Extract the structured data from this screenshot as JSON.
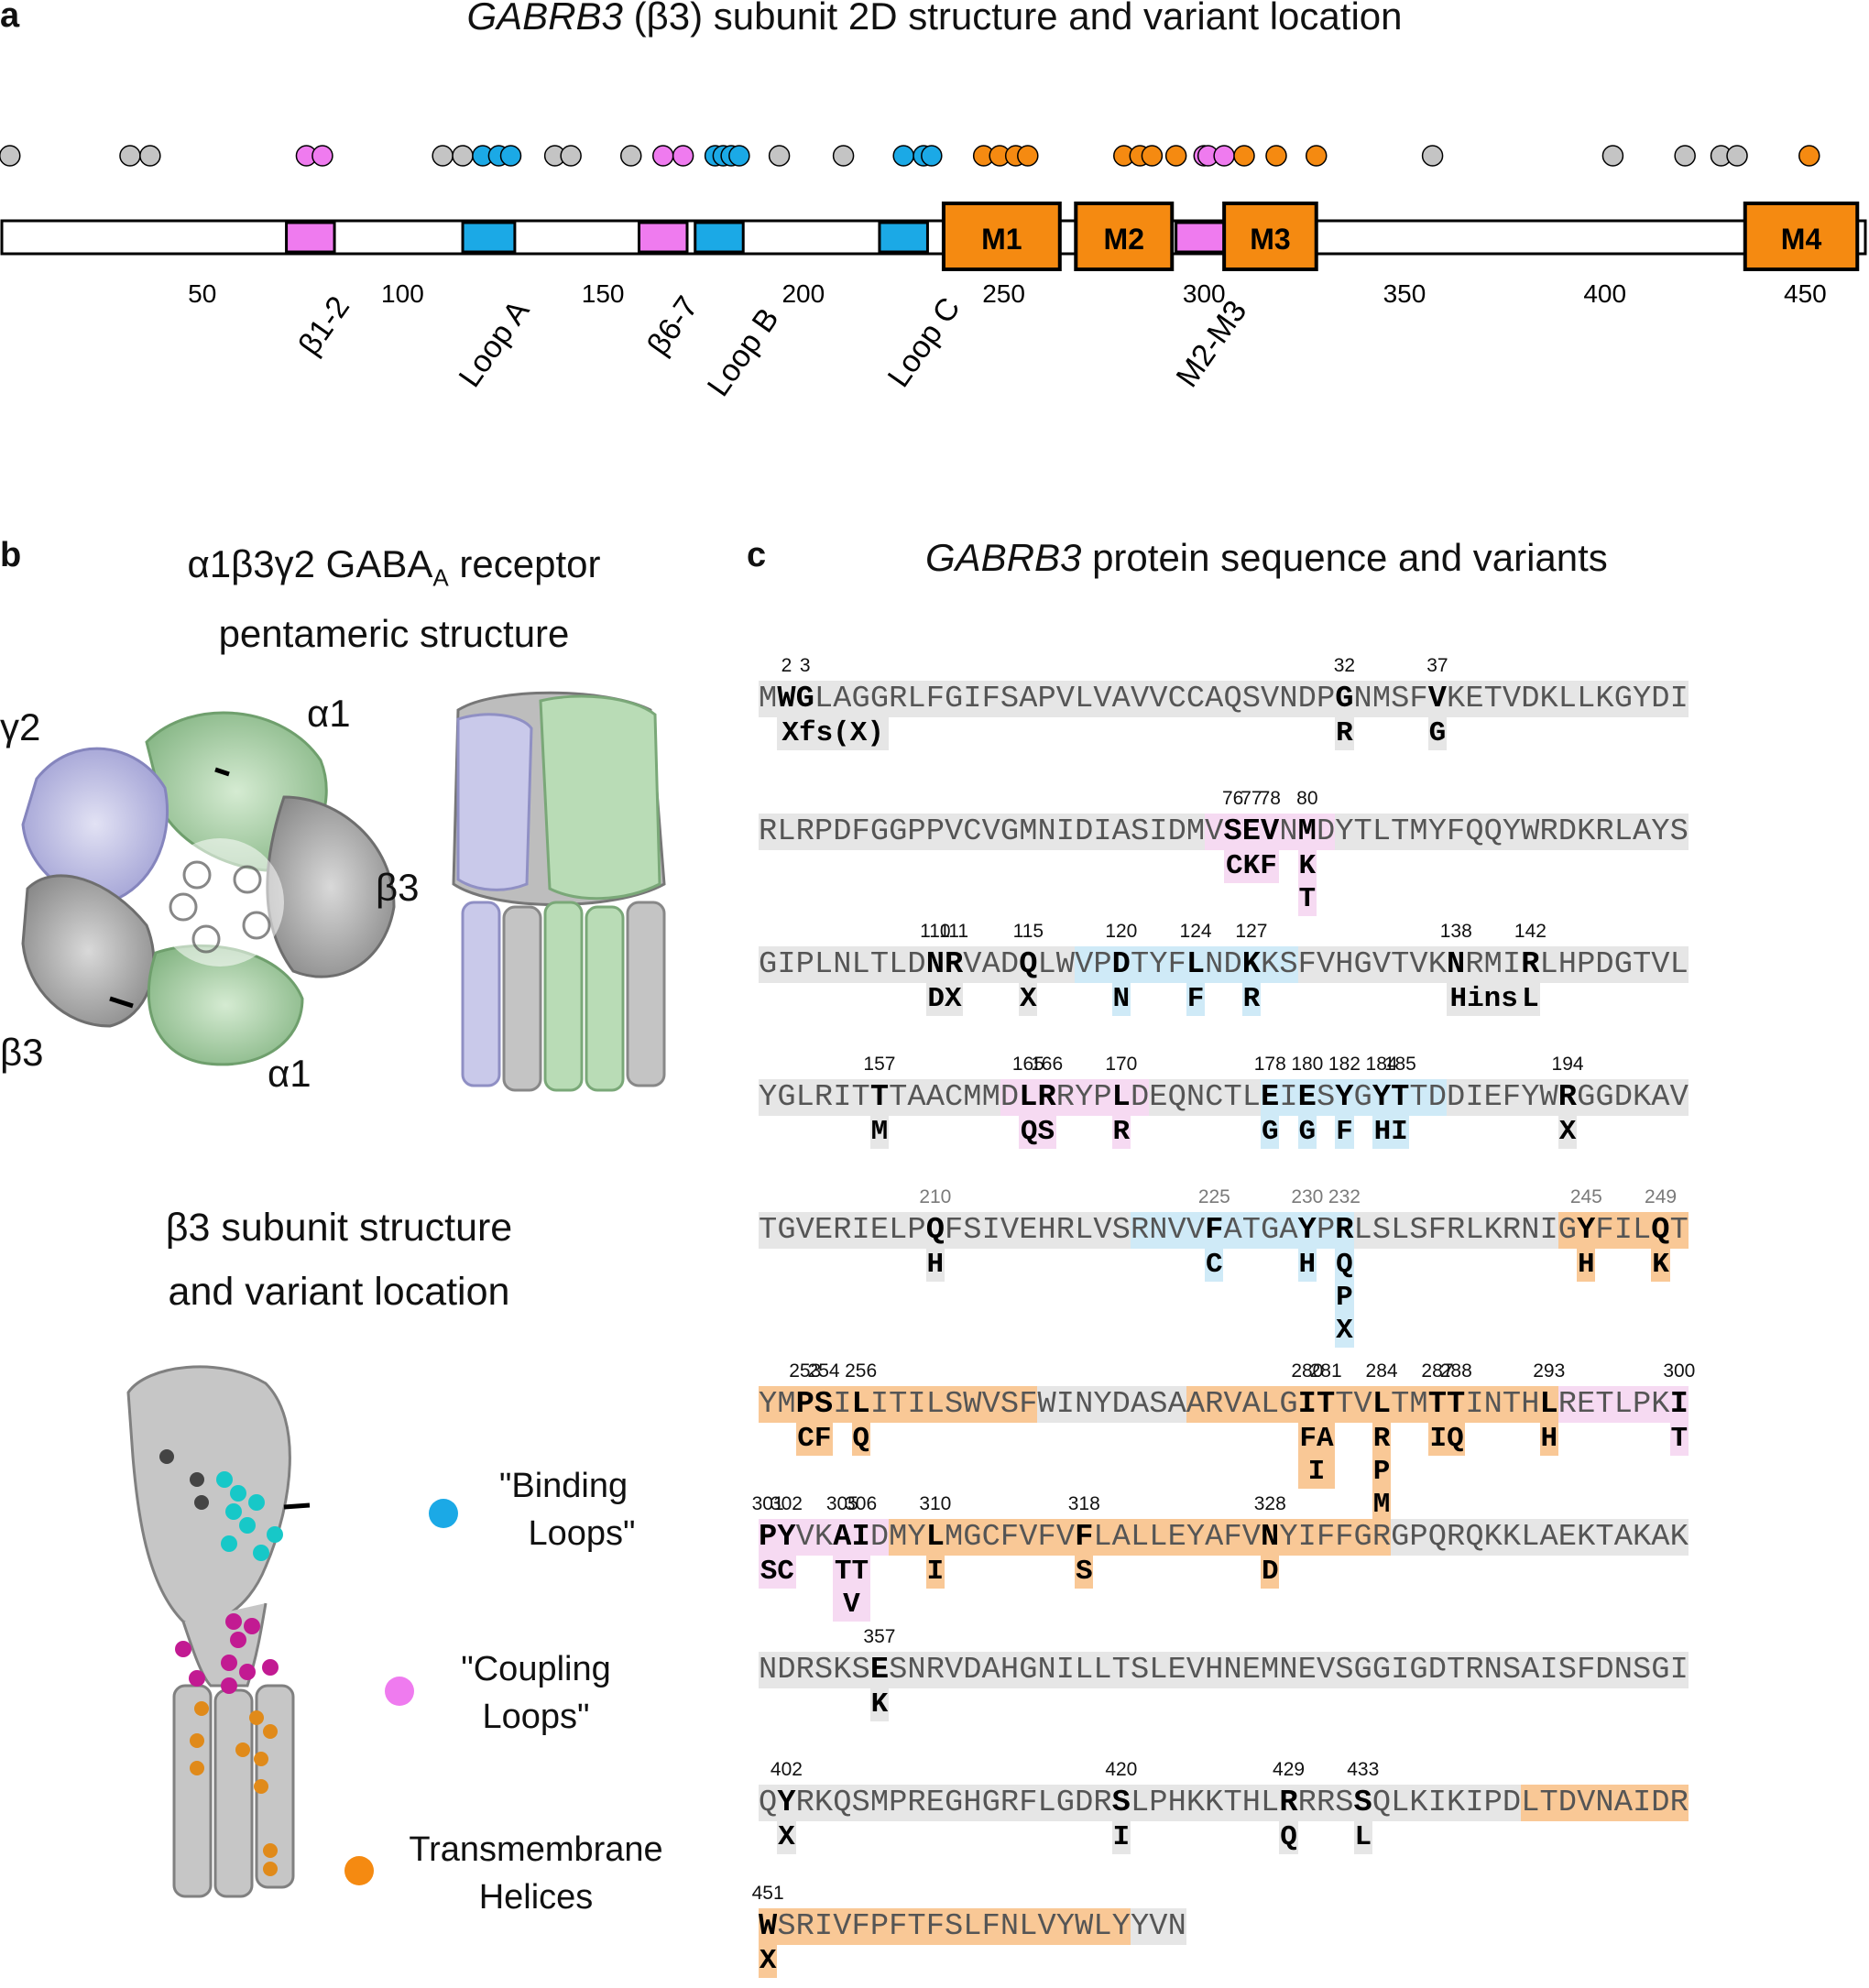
{
  "panel_a": {
    "letter": "a",
    "title_gene": "GABRB3",
    "title_rest": " (β3) subunit 2D structure and variant location",
    "axis_ticks": [
      "50",
      "100",
      "150",
      "200",
      "250",
      "300",
      "350",
      "400",
      "450"
    ],
    "region_labels": [
      "β1-2",
      "Loop A",
      "β6-7",
      "Loop B",
      "Loop C",
      "M2-M3"
    ],
    "helices": [
      "M1",
      "M2",
      "M3",
      "M4"
    ],
    "colors": {
      "binding": "#1ba9e6",
      "coupling": "#ef7bef",
      "tm": "#f58a11",
      "other": "#c4c4c4"
    }
  },
  "panel_b": {
    "letter": "b",
    "title_line1": "α1β3γ2 GABA",
    "title_sub": "A",
    "title_line1_end": " receptor",
    "title_line2": "pentameric structure",
    "subunit_labels": [
      "γ2",
      "α1",
      "β3",
      "β3",
      "α1"
    ],
    "subtitle_line1": "β3 subunit structure",
    "subtitle_line2": "and variant location",
    "legend": [
      {
        "label_line1": "\"Binding",
        "label_line2": "Loops\"",
        "color": "#1ba9e6"
      },
      {
        "label_line1": "\"Coupling",
        "label_line2": "Loops\"",
        "color": "#ef7bef"
      },
      {
        "label_line1": "Transmembrane",
        "label_line2": "Helices",
        "color": "#f58a11"
      }
    ]
  },
  "panel_c": {
    "letter": "c",
    "title_gene": "GABRB3",
    "title_rest": " protein sequence and variants",
    "rows": [
      {
        "seq": "MWGLAGGRLFGIFSAPVLVAVVCCAQSVNDPGNMSFVKETVDKLLKGYDI",
        "start": 1,
        "regions": "gggggggggggggggggggggggggggggggggggggggggggggggggg",
        "numbers": [
          {
            "pos": 2,
            "label": "2"
          },
          {
            "pos": 3,
            "label": "3"
          },
          {
            "pos": 32,
            "label": "32"
          },
          {
            "pos": 37,
            "label": "37"
          }
        ],
        "subs": [
          {
            "pos": 2,
            "text": "Xfs(X)",
            "span": 6,
            "color": "g"
          },
          {
            "pos": 32,
            "text": "R",
            "color": "g"
          },
          {
            "pos": 37,
            "text": "G",
            "color": "g"
          }
        ]
      },
      {
        "seq": "RLRPDFGGPPVCVGMNIDIASIDMVSEVNMDYTLTMYFQQYWRDKRLAYS",
        "start": 51,
        "regions": "ggggggggggggggggggggggggpppppppgggggggggggggggggggg",
        "numbers": [
          {
            "pos": 76,
            "label": "76"
          },
          {
            "pos": 77,
            "label": "77"
          },
          {
            "pos": 78,
            "label": "78"
          },
          {
            "pos": 80,
            "label": "80"
          }
        ],
        "subs": [
          {
            "pos": 76,
            "text": "CKF",
            "span": 3,
            "color": "p"
          },
          {
            "pos": 80,
            "text": "K\nT",
            "color": "p"
          }
        ]
      },
      {
        "seq": "GIPLNLTLDNRVADQLWVPDTYFLNDKKSFVHGVTVKNRMIRLHPDGTVL",
        "start": 101,
        "regions": "gggggggggggggggggbbbbbbbbbbbbggggggggggggggggggggg",
        "numbers": [
          {
            "pos": 110,
            "label": "110"
          },
          {
            "pos": 111,
            "label": "111"
          },
          {
            "pos": 115,
            "label": "115"
          },
          {
            "pos": 120,
            "label": "120"
          },
          {
            "pos": 124,
            "label": "124"
          },
          {
            "pos": 127,
            "label": "127"
          },
          {
            "pos": 138,
            "label": "138"
          },
          {
            "pos": 142,
            "label": "142"
          }
        ],
        "subs": [
          {
            "pos": 110,
            "text": "DX",
            "span": 2,
            "color": "g"
          },
          {
            "pos": 115,
            "text": "X",
            "color": "g"
          },
          {
            "pos": 120,
            "text": "N",
            "color": "b"
          },
          {
            "pos": 124,
            "text": "F",
            "color": "b"
          },
          {
            "pos": 127,
            "text": "R",
            "color": "b"
          },
          {
            "pos": 138,
            "text": "Hins",
            "span": 4,
            "color": "g"
          },
          {
            "pos": 142,
            "text": "L",
            "color": "g"
          }
        ]
      },
      {
        "seq": "YGLRITTTAACMMDLRRYPLDEQNCTLEIESYGYTTDDIEFYWRGGDKAV",
        "start": 151,
        "regions": "gggggggggggggppppppppggggggbbbbbbbbbbggggggggggggg",
        "numbers": [
          {
            "pos": 157,
            "label": "157"
          },
          {
            "pos": 165,
            "label": "165"
          },
          {
            "pos": 166,
            "label": "166"
          },
          {
            "pos": 170,
            "label": "170"
          },
          {
            "pos": 178,
            "label": "178"
          },
          {
            "pos": 180,
            "label": "180"
          },
          {
            "pos": 182,
            "label": "182"
          },
          {
            "pos": 184,
            "label": "184"
          },
          {
            "pos": 185,
            "label": "185"
          },
          {
            "pos": 194,
            "label": "194"
          }
        ],
        "subs": [
          {
            "pos": 157,
            "text": "M",
            "color": "g"
          },
          {
            "pos": 165,
            "text": "QS",
            "span": 2,
            "color": "p"
          },
          {
            "pos": 170,
            "text": "R",
            "color": "p"
          },
          {
            "pos": 178,
            "text": "G",
            "color": "b"
          },
          {
            "pos": 180,
            "text": "G",
            "color": "b"
          },
          {
            "pos": 182,
            "text": "F",
            "color": "b"
          },
          {
            "pos": 184,
            "text": "HI",
            "span": 2,
            "color": "b"
          },
          {
            "pos": 194,
            "text": "X",
            "color": "g"
          }
        ]
      },
      {
        "seq": "TGVERIELPQFSIVEHRLVSRNVVFATGAYPRLSLSFRLKRNIGYFILQT",
        "start": 201,
        "regions": "ggggggggggggggggggggbbbbbbbbbbbbgggggggggggoooooooo",
        "numbers": [
          {
            "pos": 210,
            "label": "210",
            "gray": true
          },
          {
            "pos": 225,
            "label": "225",
            "gray": true
          },
          {
            "pos": 230,
            "label": "230",
            "gray": true
          },
          {
            "pos": 232,
            "label": "232",
            "gray": true
          },
          {
            "pos": 245,
            "label": "245",
            "gray": true
          },
          {
            "pos": 249,
            "label": "249",
            "gray": true
          }
        ],
        "subs": [
          {
            "pos": 210,
            "text": "H",
            "color": "g"
          },
          {
            "pos": 225,
            "text": "C",
            "color": "b"
          },
          {
            "pos": 230,
            "text": "H",
            "color": "b"
          },
          {
            "pos": 232,
            "text": "Q\nP\nX",
            "color": "b"
          },
          {
            "pos": 245,
            "text": "H",
            "color": "o"
          },
          {
            "pos": 249,
            "text": "K",
            "color": "o"
          }
        ]
      },
      {
        "seq": "YMPSILITILSWVSFWINYDASAARVALGITTVLTMTTINTHLRETLPKI",
        "start": 251,
        "regions": "oooooooooooooooggggggggooooooooooooooooooooppppppp",
        "numbers": [
          {
            "pos": 253,
            "label": "253"
          },
          {
            "pos": 254,
            "label": "254"
          },
          {
            "pos": 256,
            "label": "256"
          },
          {
            "pos": 280,
            "label": "280"
          },
          {
            "pos": 281,
            "label": "281"
          },
          {
            "pos": 284,
            "label": "284"
          },
          {
            "pos": 287,
            "label": "287"
          },
          {
            "pos": 288,
            "label": "288"
          },
          {
            "pos": 293,
            "label": "293"
          },
          {
            "pos": 300,
            "label": "300"
          }
        ],
        "subs": [
          {
            "pos": 253,
            "text": "CF",
            "span": 2,
            "color": "o"
          },
          {
            "pos": 256,
            "text": "Q",
            "color": "o"
          },
          {
            "pos": 280,
            "text": "FA\nI",
            "span": 2,
            "color": "o"
          },
          {
            "pos": 284,
            "text": "R\nP\nM",
            "color": "o"
          },
          {
            "pos": 287,
            "text": "IQ",
            "span": 2,
            "color": "o"
          },
          {
            "pos": 293,
            "text": "H",
            "color": "o"
          },
          {
            "pos": 300,
            "text": "T",
            "color": "p"
          }
        ]
      },
      {
        "seq": "PYVKAIDMYLMGCFVFVFLALLEYAFVNYIFFGRGPQRQKKLAEKTAKAK",
        "start": 301,
        "regions": "pppppppoooooooooooooooooooooooooooggggggggggggggggg",
        "numbers": [
          {
            "pos": 301,
            "label": "301"
          },
          {
            "pos": 302,
            "label": "302"
          },
          {
            "pos": 305,
            "label": "305"
          },
          {
            "pos": 306,
            "label": "306"
          },
          {
            "pos": 310,
            "label": "310"
          },
          {
            "pos": 318,
            "label": "318"
          },
          {
            "pos": 328,
            "label": "328"
          }
        ],
        "subs": [
          {
            "pos": 301,
            "text": "SC",
            "span": 2,
            "color": "p"
          },
          {
            "pos": 305,
            "text": "TT\nV",
            "span": 2,
            "color": "p"
          },
          {
            "pos": 310,
            "text": "I",
            "color": "o"
          },
          {
            "pos": 318,
            "text": "S",
            "color": "o"
          },
          {
            "pos": 328,
            "text": "D",
            "color": "o"
          }
        ]
      },
      {
        "seq": "NDRSKSESNRVDAHGNILLTSLEVHNEMNEVSGGIGDTRNSAISFDNSGI",
        "start": 351,
        "regions": "gggggggggggggggggggggggggggggggggggggggggggggggggg",
        "numbers": [
          {
            "pos": 357,
            "label": "357"
          }
        ],
        "subs": [
          {
            "pos": 357,
            "text": "K",
            "color": "g"
          }
        ]
      },
      {
        "seq": "QYRKQSMPREGHGRFLGDRSLPHKKTHLRRRSSQLKIKIPDLTDVNAIDR",
        "start": 401,
        "regions": "gggggggggggggggggggggggggggggggggggggggggoooooooooo",
        "numbers": [
          {
            "pos": 402,
            "label": "402"
          },
          {
            "pos": 420,
            "label": "420"
          },
          {
            "pos": 429,
            "label": "429"
          },
          {
            "pos": 433,
            "label": "433"
          }
        ],
        "subs": [
          {
            "pos": 402,
            "text": "X",
            "color": "g"
          },
          {
            "pos": 420,
            "text": "I",
            "color": "g"
          },
          {
            "pos": 429,
            "text": "Q",
            "color": "g"
          },
          {
            "pos": 433,
            "text": "L",
            "color": "g"
          }
        ]
      },
      {
        "seq": "WSRIVFPFTFSLFNLVYWLYYVN",
        "start": 451,
        "regions": "ooooooooooooooooooooggg",
        "numbers": [
          {
            "pos": 451,
            "label": "451"
          }
        ],
        "subs": [
          {
            "pos": 451,
            "text": "X",
            "color": "o"
          }
        ]
      }
    ]
  }
}
